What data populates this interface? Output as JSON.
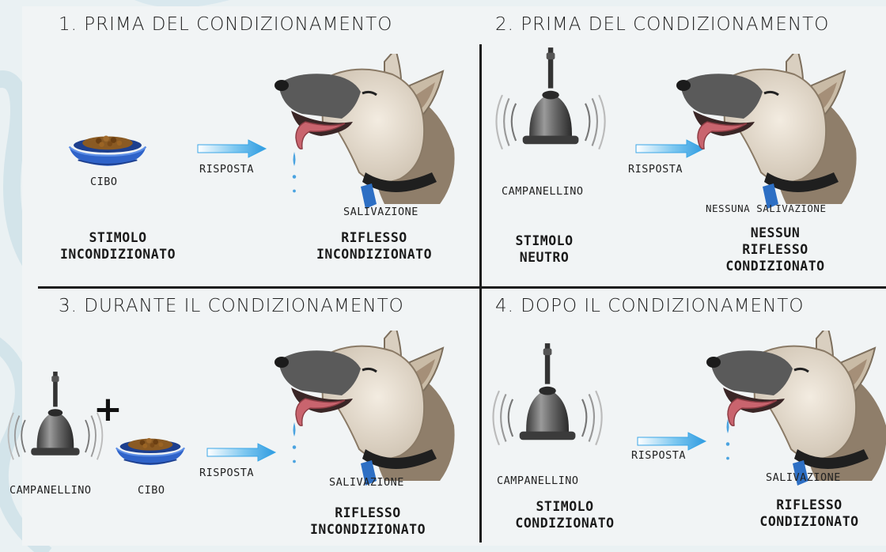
{
  "panels": [
    {
      "title": "1. PRIMA DEL CONDIZIONAMENTO",
      "stimulus_item_label": "CIBO",
      "arrow_label": "RISPOSTA",
      "response_label": "SALIVAZIONE",
      "stimulus_lines": [
        "STIMOLO",
        "INCONDIZIONATO"
      ],
      "reflex_lines": [
        "RIFLESSO",
        "INCONDIZIONATO"
      ]
    },
    {
      "title": "2. PRIMA DEL CONDIZIONAMENTO",
      "stimulus_item_label": "CAMPANELLINO",
      "arrow_label": "RISPOSTA",
      "response_label": "NESSUNA SALIVAZIONE",
      "stimulus_lines": [
        "STIMOLO",
        "NEUTRO"
      ],
      "reflex_lines": [
        "NESSUN",
        "RIFLESSO",
        "CONDIZIONATO"
      ]
    },
    {
      "title": "3. DURANTE IL CONDIZIONAMENTO",
      "stimulus_item_label": "CAMPANELLINO",
      "stimulus_item_label_2": "CIBO",
      "plus_sign": "+",
      "arrow_label": "RISPOSTA",
      "response_label": "SALIVAZIONE",
      "reflex_lines": [
        "RIFLESSO",
        "INCONDIZIONATO"
      ]
    },
    {
      "title": "4. DOPO IL CONDIZIONAMENTO",
      "stimulus_item_label": "CAMPANELLINO",
      "arrow_label": "RISPOSTA",
      "response_label": "SALIVAZIONE",
      "stimulus_lines": [
        "STIMOLO",
        "CONDIZIONATO"
      ],
      "reflex_lines": [
        "RIFLESSO",
        "CONDIZIONATO"
      ]
    }
  ],
  "colors": {
    "background": "#eaf1f3",
    "panel": "#f1f4f5",
    "divider": "#1c1c1c",
    "bowl": "#2f63c9",
    "arrow": "#3aa6e6",
    "collar": "#2d6fc4",
    "tongue": "#c9646e",
    "drool": "#4aa3e0"
  },
  "icons": [
    "food-bowl-icon",
    "bell-icon",
    "dog-head-icon",
    "response-arrow-icon",
    "plus-icon"
  ]
}
